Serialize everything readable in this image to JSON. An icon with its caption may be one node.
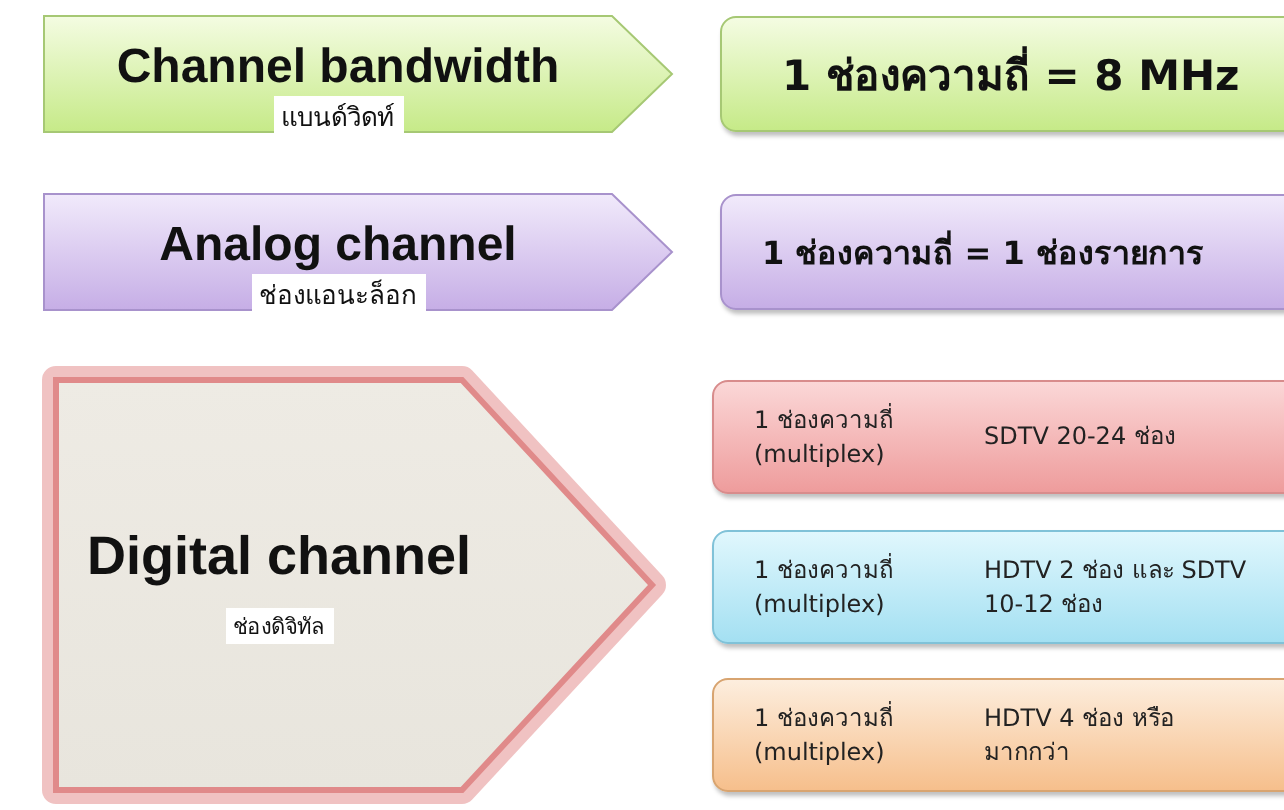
{
  "diagram": {
    "nodes": [
      {
        "text": [
          "Channel bandwidth",
          "แบนด์วิดท์"
        ]
      },
      {
        "text": [
          "1 ช่องความถี่ = 8 MHz"
        ]
      },
      {
        "text": [
          "Analog channel",
          "ช่องแอนะล็อก"
        ]
      },
      {
        "text": [
          "1 ช่องความถี่ = 1 ช่องรายการ"
        ]
      },
      {
        "text": [
          "Digital channel",
          "ช่องดิจิทัล"
        ]
      },
      {
        "text": [
          "1 ช่องความถี่ (multiplex)",
          "SDTV 20-24 ช่อง"
        ]
      },
      {
        "text": [
          "1 ช่องความถี่ (multiplex)",
          "HDTV 2 ช่อง และ SDTV 10-12 ช่อง"
        ]
      },
      {
        "text": [
          "1 ช่องความถี่ (multiplex)",
          "HDTV 4 ช่อง หรือมากกว่า"
        ]
      }
    ]
  }
}
